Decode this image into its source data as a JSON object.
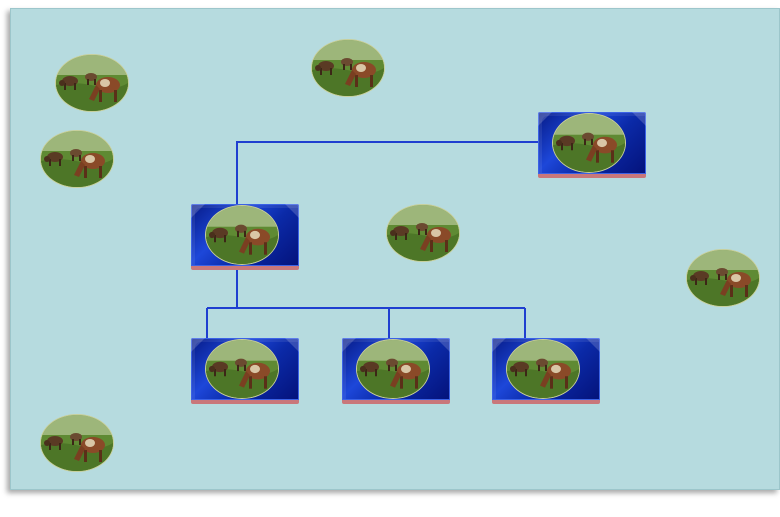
{
  "diagram": {
    "node_shape": "blue-bevel-rectangle",
    "node_image": "grazing-cows-photo",
    "connector_color": "#1f3fd0",
    "colors": {
      "background": "#b6dbdf",
      "node_fill": "#1d47d9",
      "node_shadow": "#c9777a"
    },
    "structure": {
      "root": "node-top-right",
      "children_of_root": [
        "node-mid"
      ],
      "children_of_mid": [
        "node-bottom-1",
        "node-bottom-2",
        "node-bottom-3"
      ]
    },
    "loose_pictures": 6
  }
}
